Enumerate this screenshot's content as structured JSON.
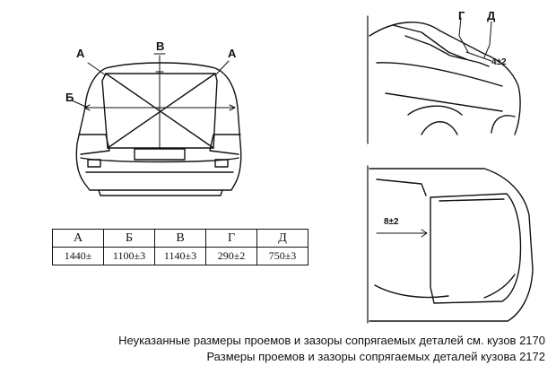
{
  "labels": {
    "a_left": "А",
    "a_right": "А",
    "b": "Б",
    "v": "В",
    "g": "Г",
    "d": "Д"
  },
  "dimensions": {
    "side_gap": "4±2",
    "top_gap": "8±2"
  },
  "table": {
    "headers": [
      "А",
      "Б",
      "В",
      "Г",
      "Д"
    ],
    "values": [
      "1440±",
      "1100±3",
      "1140±3",
      "290±2",
      "750±3"
    ]
  },
  "captions": [
    "Неуказанные размеры проемов и зазоры сопрягаемых деталей см. кузов 2170",
    "Размеры проемов и зазоры сопрягаемых деталей кузова 2172"
  ]
}
